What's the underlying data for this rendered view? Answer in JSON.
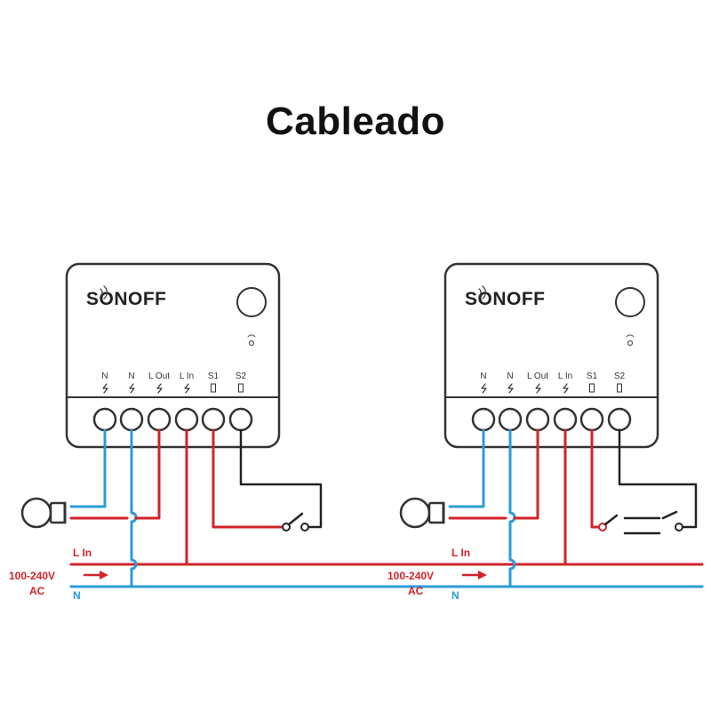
{
  "title": "Cableado",
  "colors": {
    "live": "#d2232a",
    "neutral": "#2b9bd6",
    "switch": "#222222",
    "frame": "#333333"
  },
  "diagrams": [
    {
      "brand": "SONOFF",
      "terminals": [
        "N",
        "N",
        "L Out",
        "L In",
        "S1",
        "S2"
      ],
      "line_in_label": "L In",
      "voltage_label": "100-240V",
      "ac_label": "AC",
      "neutral_label": "N",
      "switch_type": "single"
    },
    {
      "brand": "SONOFF",
      "terminals": [
        "N",
        "N",
        "L Out",
        "L In",
        "S1",
        "S2"
      ],
      "line_in_label": "L In",
      "voltage_label": "100-240V",
      "ac_label": "AC",
      "neutral_label": "N",
      "switch_type": "two-way"
    }
  ]
}
